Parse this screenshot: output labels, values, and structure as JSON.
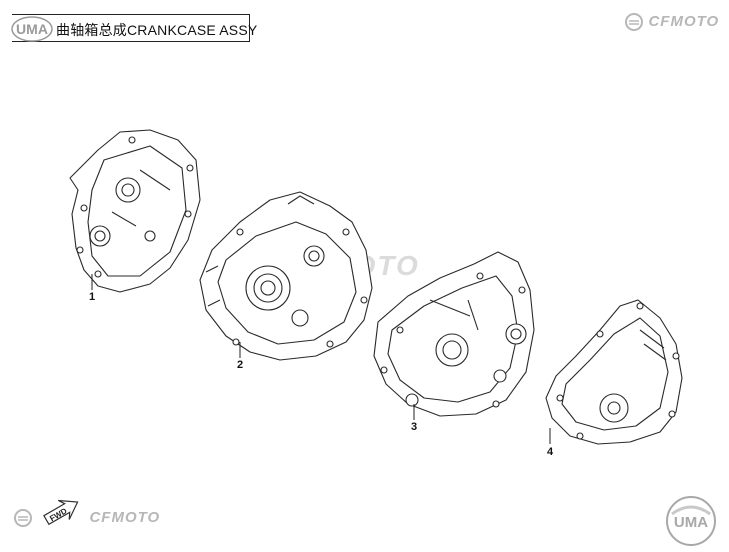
{
  "header": {
    "title": "曲轴箱总成CRANKCASE ASSY",
    "logo_text": "UMA"
  },
  "brand": {
    "top_right": "CFMOTO",
    "bottom_left": "CFMOTO",
    "bottom_right_logo": "UMA",
    "watermark": "CFMOTO"
  },
  "fwd_marker": {
    "label": "FWD"
  },
  "callouts": [
    {
      "number": "1",
      "part": "crankcase-cover-left"
    },
    {
      "number": "2",
      "part": "crankcase-left"
    },
    {
      "number": "3",
      "part": "crankcase-right"
    },
    {
      "number": "4",
      "part": "magneto-cover"
    }
  ],
  "colors": {
    "line": "#2a2a2a",
    "brand_gray": "#b7b7b7"
  }
}
